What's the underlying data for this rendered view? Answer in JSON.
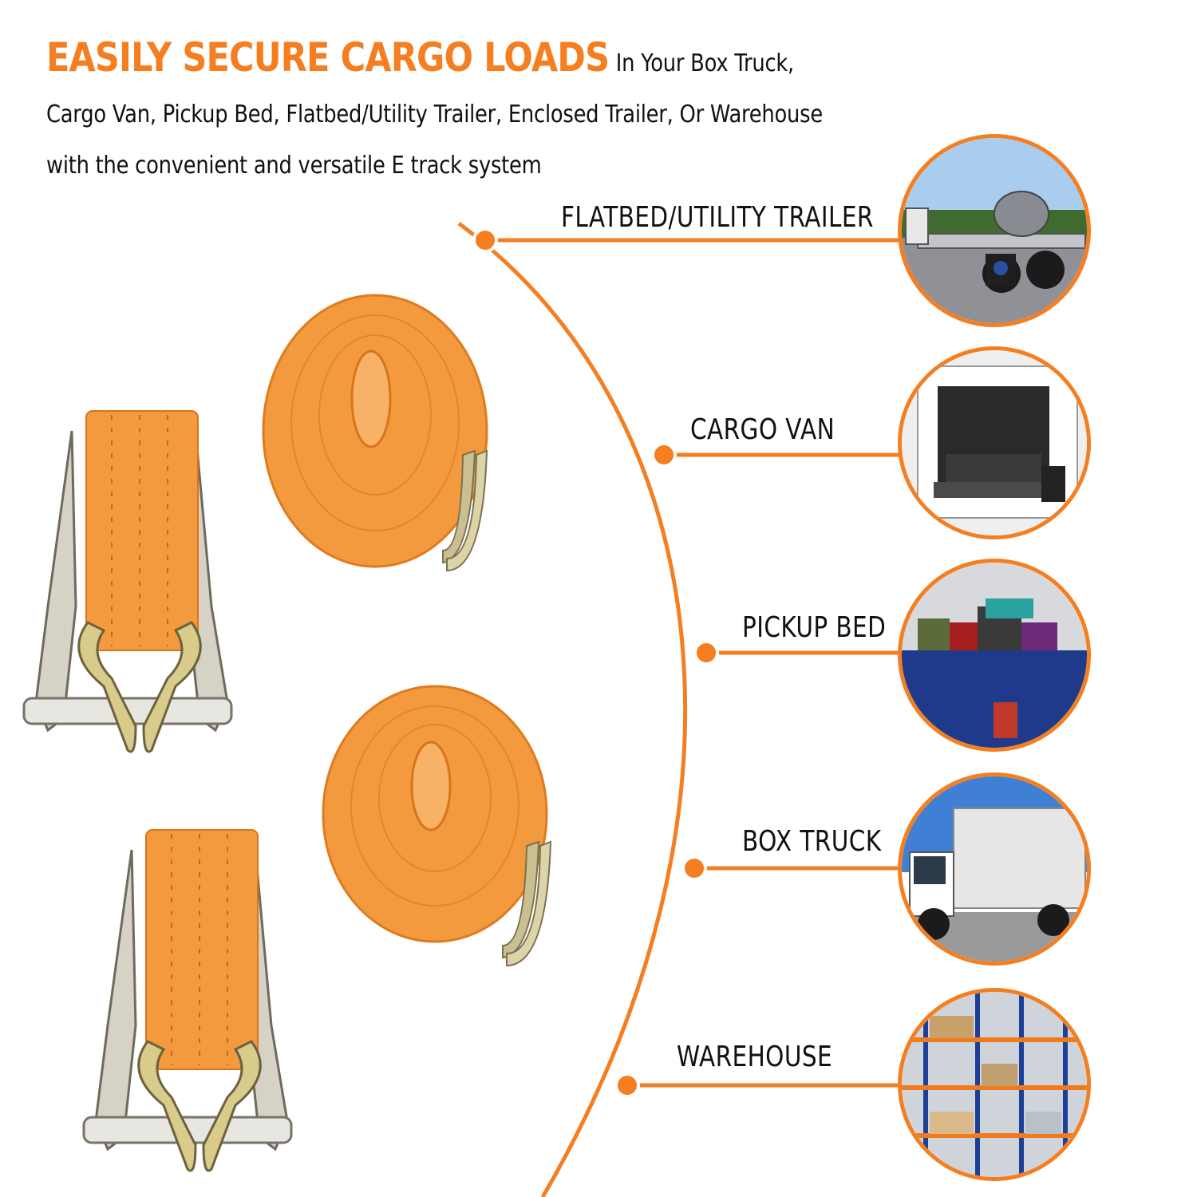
{
  "headline": {
    "lead": "EASILY SECURE CARGO LOADS",
    "rest": "In Your Box Truck, Cargo Van, Pickup Bed, Flatbed/Utility Trailer, Enclosed Trailer, Or Warehouse with the convenient and versatile E track system"
  },
  "accent_color": "#f57e20",
  "applications": [
    {
      "label": "FLATBED/UTILITY TRAILER",
      "icon": "flatbed-trailer-photo"
    },
    {
      "label": "CARGO VAN",
      "icon": "cargo-van-photo"
    },
    {
      "label": "PICKUP BED",
      "icon": "pickup-bed-photo"
    },
    {
      "label": "BOX TRUCK",
      "icon": "box-truck-photo"
    },
    {
      "label": "WAREHOUSE",
      "icon": "warehouse-photo"
    }
  ],
  "product": {
    "strap_color": "#f5872a",
    "hardware_color": "#c8b98a",
    "items": [
      "ratchet-strap-1",
      "ratchet-strap-2"
    ]
  }
}
